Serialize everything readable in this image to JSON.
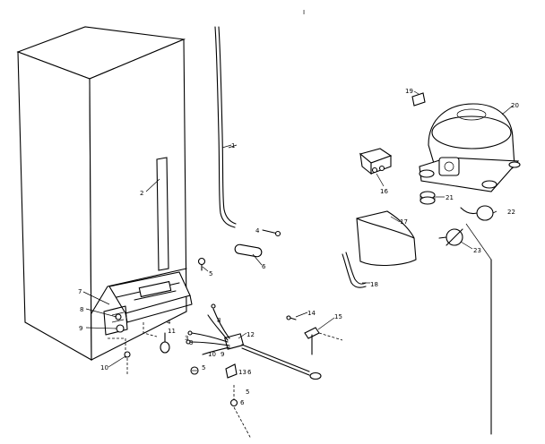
{
  "diagram": {
    "top_mark": "I",
    "parts": [
      {
        "id": "p1",
        "label": "1"
      },
      {
        "id": "p2",
        "label": "2"
      },
      {
        "id": "p3",
        "label": "3"
      },
      {
        "id": "p4",
        "label": "4"
      },
      {
        "id": "p5",
        "label": "5"
      },
      {
        "id": "p6",
        "label": "6"
      },
      {
        "id": "p7",
        "label": "7"
      },
      {
        "id": "p8",
        "label": "8"
      },
      {
        "id": "p9",
        "label": "9"
      },
      {
        "id": "p10",
        "label": "10"
      },
      {
        "id": "p11",
        "label": "11"
      },
      {
        "id": "p12",
        "label": "12"
      },
      {
        "id": "p13",
        "label": "13"
      },
      {
        "id": "p14",
        "label": "14"
      },
      {
        "id": "p15",
        "label": "15"
      },
      {
        "id": "p16",
        "label": "16"
      },
      {
        "id": "p17",
        "label": "17"
      },
      {
        "id": "p18",
        "label": "18"
      },
      {
        "id": "p19",
        "label": "19"
      },
      {
        "id": "p20",
        "label": "20"
      },
      {
        "id": "p21",
        "label": "21"
      },
      {
        "id": "p22",
        "label": "22"
      },
      {
        "id": "p23",
        "label": "23"
      },
      {
        "id": "p5b",
        "label": "5"
      },
      {
        "id": "p6b",
        "label": "6"
      },
      {
        "id": "p3b",
        "label": "3"
      },
      {
        "id": "p5c",
        "label": "5"
      },
      {
        "id": "p4b",
        "label": "4"
      },
      {
        "id": "p6c",
        "label": "6"
      },
      {
        "id": "p8b",
        "label": "8"
      },
      {
        "id": "p9b",
        "label": "9"
      },
      {
        "id": "p10b",
        "label": "10"
      }
    ]
  }
}
